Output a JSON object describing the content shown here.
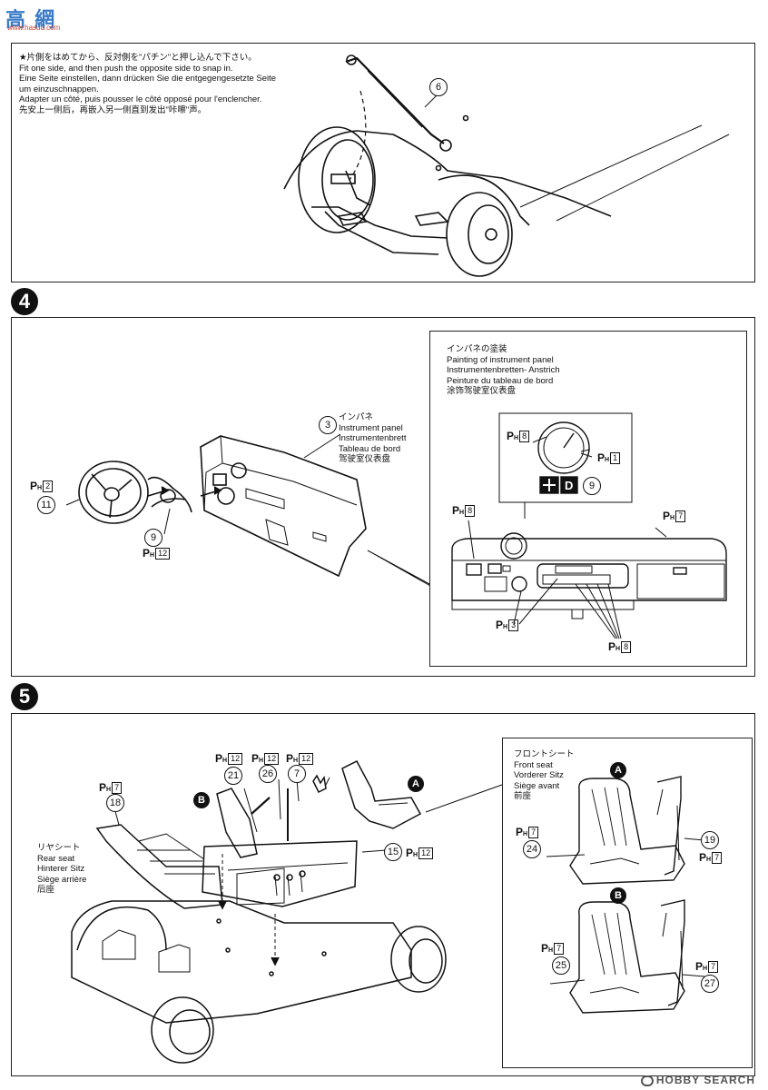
{
  "header": {
    "logo_text": "高 網",
    "logo_url": "www.hasuu.com"
  },
  "snap_note": [
    "★片側をはめてから、反対側を\"パチン\"と押し込んで下さい。",
    "Fit one side, and then push the opposite side to snap in.",
    "Eine Seite einstellen, dann drücken Sie die entgegengesetzte Seite",
    "um einzuschnappen.",
    "Adapter un côté, puis pousser le côté opposé pour l'enclencher.",
    "先安上一侧后，再嵌入另一侧直到发出\"咔嚓\"声。"
  ],
  "part6": "6",
  "step4": {
    "number": "4",
    "part3_num": "3",
    "part3_label": [
      "インパネ",
      "Instrument panel",
      "Instrumentenbrett",
      "Tableau de bord",
      "驾驶室仪表盘"
    ],
    "part11": "11",
    "part9": "9",
    "ph2": "2",
    "ph12": "12",
    "inset_title": [
      "インパネの塗装",
      "Painting of instrument panel",
      "Instrumentenbretten- Anstrich",
      "Peinture du tableau de bord",
      "涂饰驾驶室仪表盘"
    ],
    "inset_ph8_a": "8",
    "inset_ph1": "1",
    "inset_decal": "9",
    "inset_ph8_b": "8",
    "inset_ph7": "7",
    "inset_ph3": "3",
    "inset_ph8_c": "8"
  },
  "step5": {
    "number": "5",
    "rear_seat_label": [
      "リヤシート",
      "Rear seat",
      "Hinterer Sitz",
      "Siège arrière",
      "后座"
    ],
    "part18": "18",
    "ph18": "7",
    "part21": "21",
    "ph21": "12",
    "part26": "26",
    "ph26": "12",
    "part7": "7",
    "ph7": "12",
    "part15": "15",
    "ph15": "12",
    "letter_a": "A",
    "letter_b": "B",
    "front_seat_label": [
      "フロントシート",
      "Front seat",
      "Vorderer Sitz",
      "Siège avant",
      "前座"
    ],
    "part24": "24",
    "ph24": "7",
    "part19": "19",
    "ph19": "7",
    "part25": "25",
    "ph25": "7",
    "part27": "27",
    "ph27": "7"
  },
  "watermark": "HOBBY SEARCH",
  "ph_label": "P",
  "ph_sub": "H"
}
